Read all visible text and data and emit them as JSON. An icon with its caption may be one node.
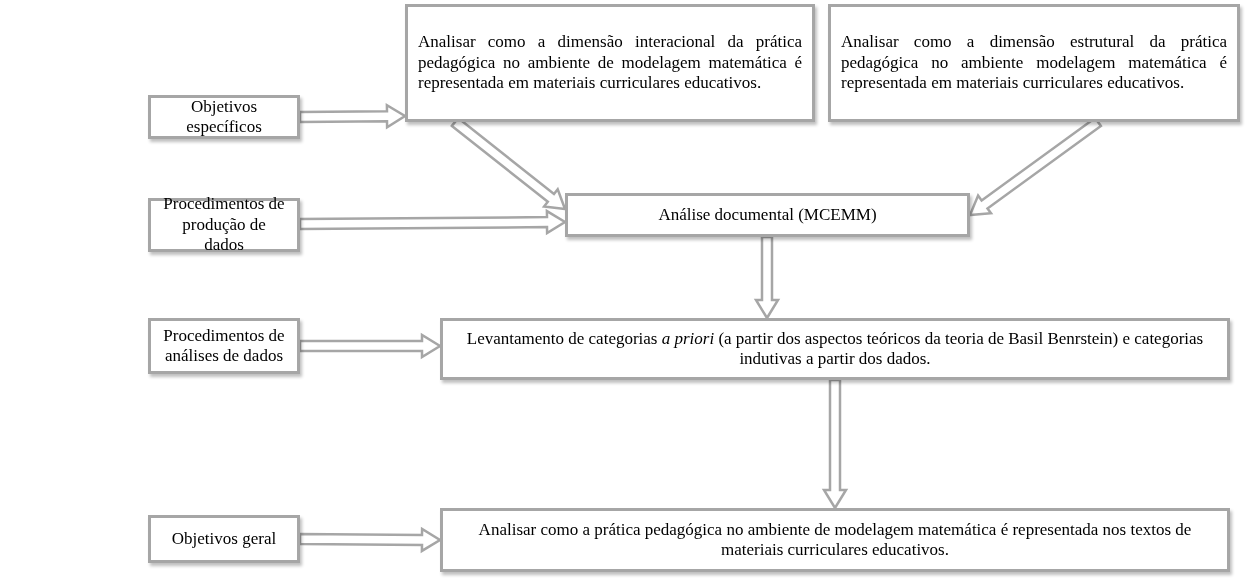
{
  "diagram": {
    "nodes": [
      {
        "text": [
          "Objetivos específicos"
        ]
      },
      {
        "text": [
          "Analisar como a dimensão interacional da prática pedagógica no ambiente de modelagem matemática é representada em materiais curriculares educativos."
        ]
      },
      {
        "text": [
          "Analisar como a dimensão estrutural da prática pedagógica no ambiente modelagem matemática é representada em materiais curriculares educativos."
        ]
      },
      {
        "text": [
          "Procedimentos de produção de dados"
        ]
      },
      {
        "text": [
          "Análise documental (MCEMM)"
        ]
      },
      {
        "text": [
          "Procedimentos de análises de dados"
        ]
      },
      {
        "text": [
          "Levantamento de categorias *a priori* (a partir dos aspectos teóricos da teoria de Basil Benrstein) e categorias indutivas a partir dos dados."
        ]
      },
      {
        "text": [
          "Objetivos geral"
        ]
      },
      {
        "text": [
          "Analisar como a prática pedagógica no ambiente de modelagem matemática é representada nos textos de materiais curriculares educativos."
        ]
      }
    ],
    "edges": [
      {
        "from": 0,
        "to": 1,
        "arrow": "to"
      },
      {
        "from": 1,
        "to": 4,
        "arrow": "to"
      },
      {
        "from": 2,
        "to": 4,
        "arrow": "to"
      },
      {
        "from": 3,
        "to": 4,
        "arrow": "to"
      },
      {
        "from": 4,
        "to": 6,
        "arrow": "to"
      },
      {
        "from": 5,
        "to": 6,
        "arrow": "to"
      },
      {
        "from": 6,
        "to": 8,
        "arrow": "to"
      },
      {
        "from": 7,
        "to": 8,
        "arrow": "to"
      }
    ]
  }
}
